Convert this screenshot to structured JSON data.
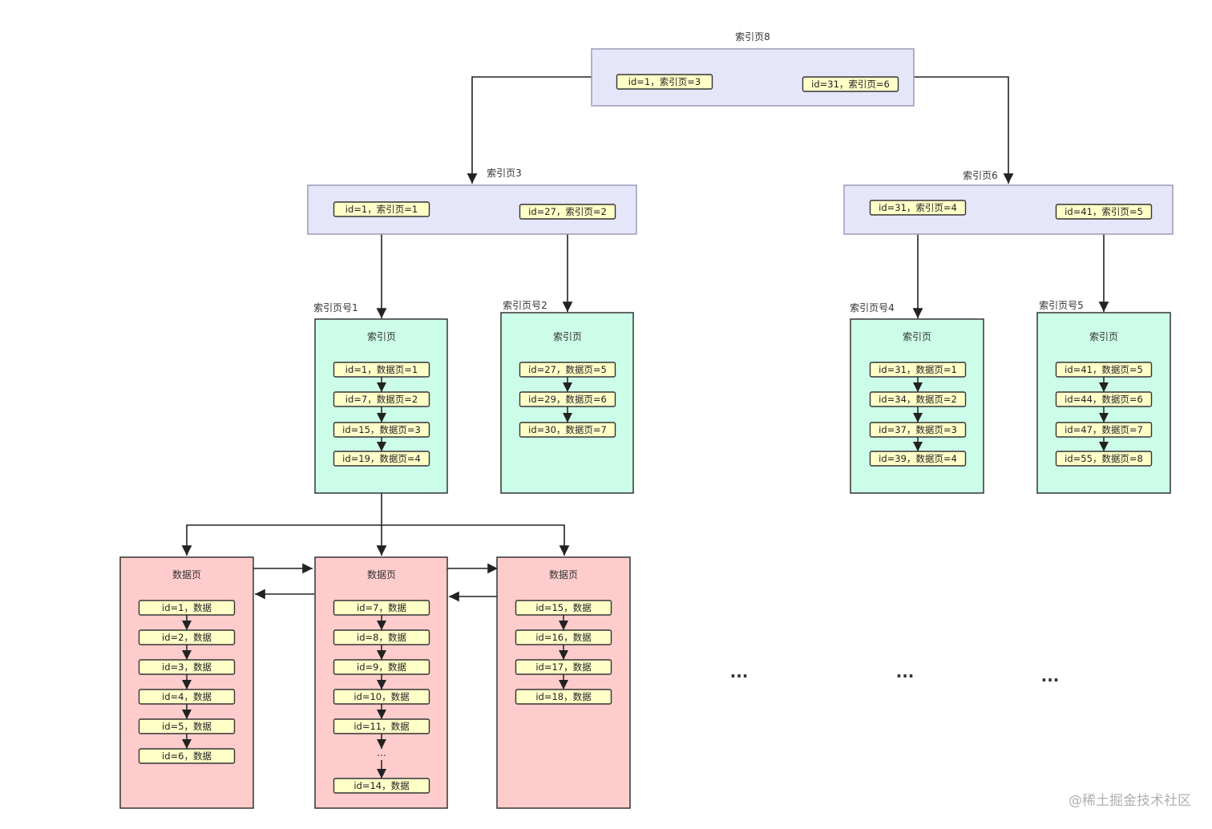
{
  "colors": {
    "root_fill": "#e6e6fb",
    "root_stroke": "#9a9ab8",
    "leaf_fill": "#ccfde9",
    "data_fill": "#ffcccc",
    "entry_fill": "#ffffc8",
    "edge": "#222222"
  },
  "nodes": {
    "root": {
      "label": "索引页8",
      "entries": [
        "id=1，索引页=3",
        "id=31，索引页=6"
      ]
    },
    "idx3": {
      "label": "索引页3",
      "entries": [
        "id=1，索引页=1",
        "id=27，索引页=2"
      ]
    },
    "idx6": {
      "label": "索引页6",
      "entries": [
        "id=31，索引页=4",
        "id=41，索引页=5"
      ]
    },
    "leaf1": {
      "label": "索引页号1",
      "title": "索引页",
      "entries": [
        "id=1，数据页=1",
        "id=7，数据页=2",
        "id=15，数据页=3",
        "id=19，数据页=4"
      ]
    },
    "leaf2": {
      "label": "索引页号2",
      "title": "索引页",
      "entries": [
        "id=27，数据页=5",
        "id=29，数据页=6",
        "id=30，数据页=7"
      ]
    },
    "leaf4": {
      "label": "索引页号4",
      "title": "索引页",
      "entries": [
        "id=31，数据页=1",
        "id=34，数据页=2",
        "id=37，数据页=3",
        "id=39，数据页=4"
      ]
    },
    "leaf5": {
      "label": "索引页号5",
      "title": "索引页",
      "entries": [
        "id=41，数据页=5",
        "id=44，数据页=6",
        "id=47，数据页=7",
        "id=55，数据页=8"
      ]
    },
    "data1": {
      "title": "数据页",
      "entries": [
        "id=1，数据",
        "id=2，数据",
        "id=3，数据",
        "id=4，数据",
        "id=5，数据",
        "id=6，数据"
      ]
    },
    "data2": {
      "title": "数据页",
      "entries": [
        "id=7，数据",
        "id=8，数据",
        "id=9，数据",
        "id=10，数据",
        "id=11，数据",
        "id=14，数据"
      ],
      "ellipsis": "..."
    },
    "data3": {
      "title": "数据页",
      "entries": [
        "id=15，数据",
        "id=16，数据",
        "id=17，数据",
        "id=18，数据"
      ]
    }
  },
  "continuations": [
    "...",
    "...",
    "..."
  ],
  "watermark": "@稀土掘金技术社区"
}
